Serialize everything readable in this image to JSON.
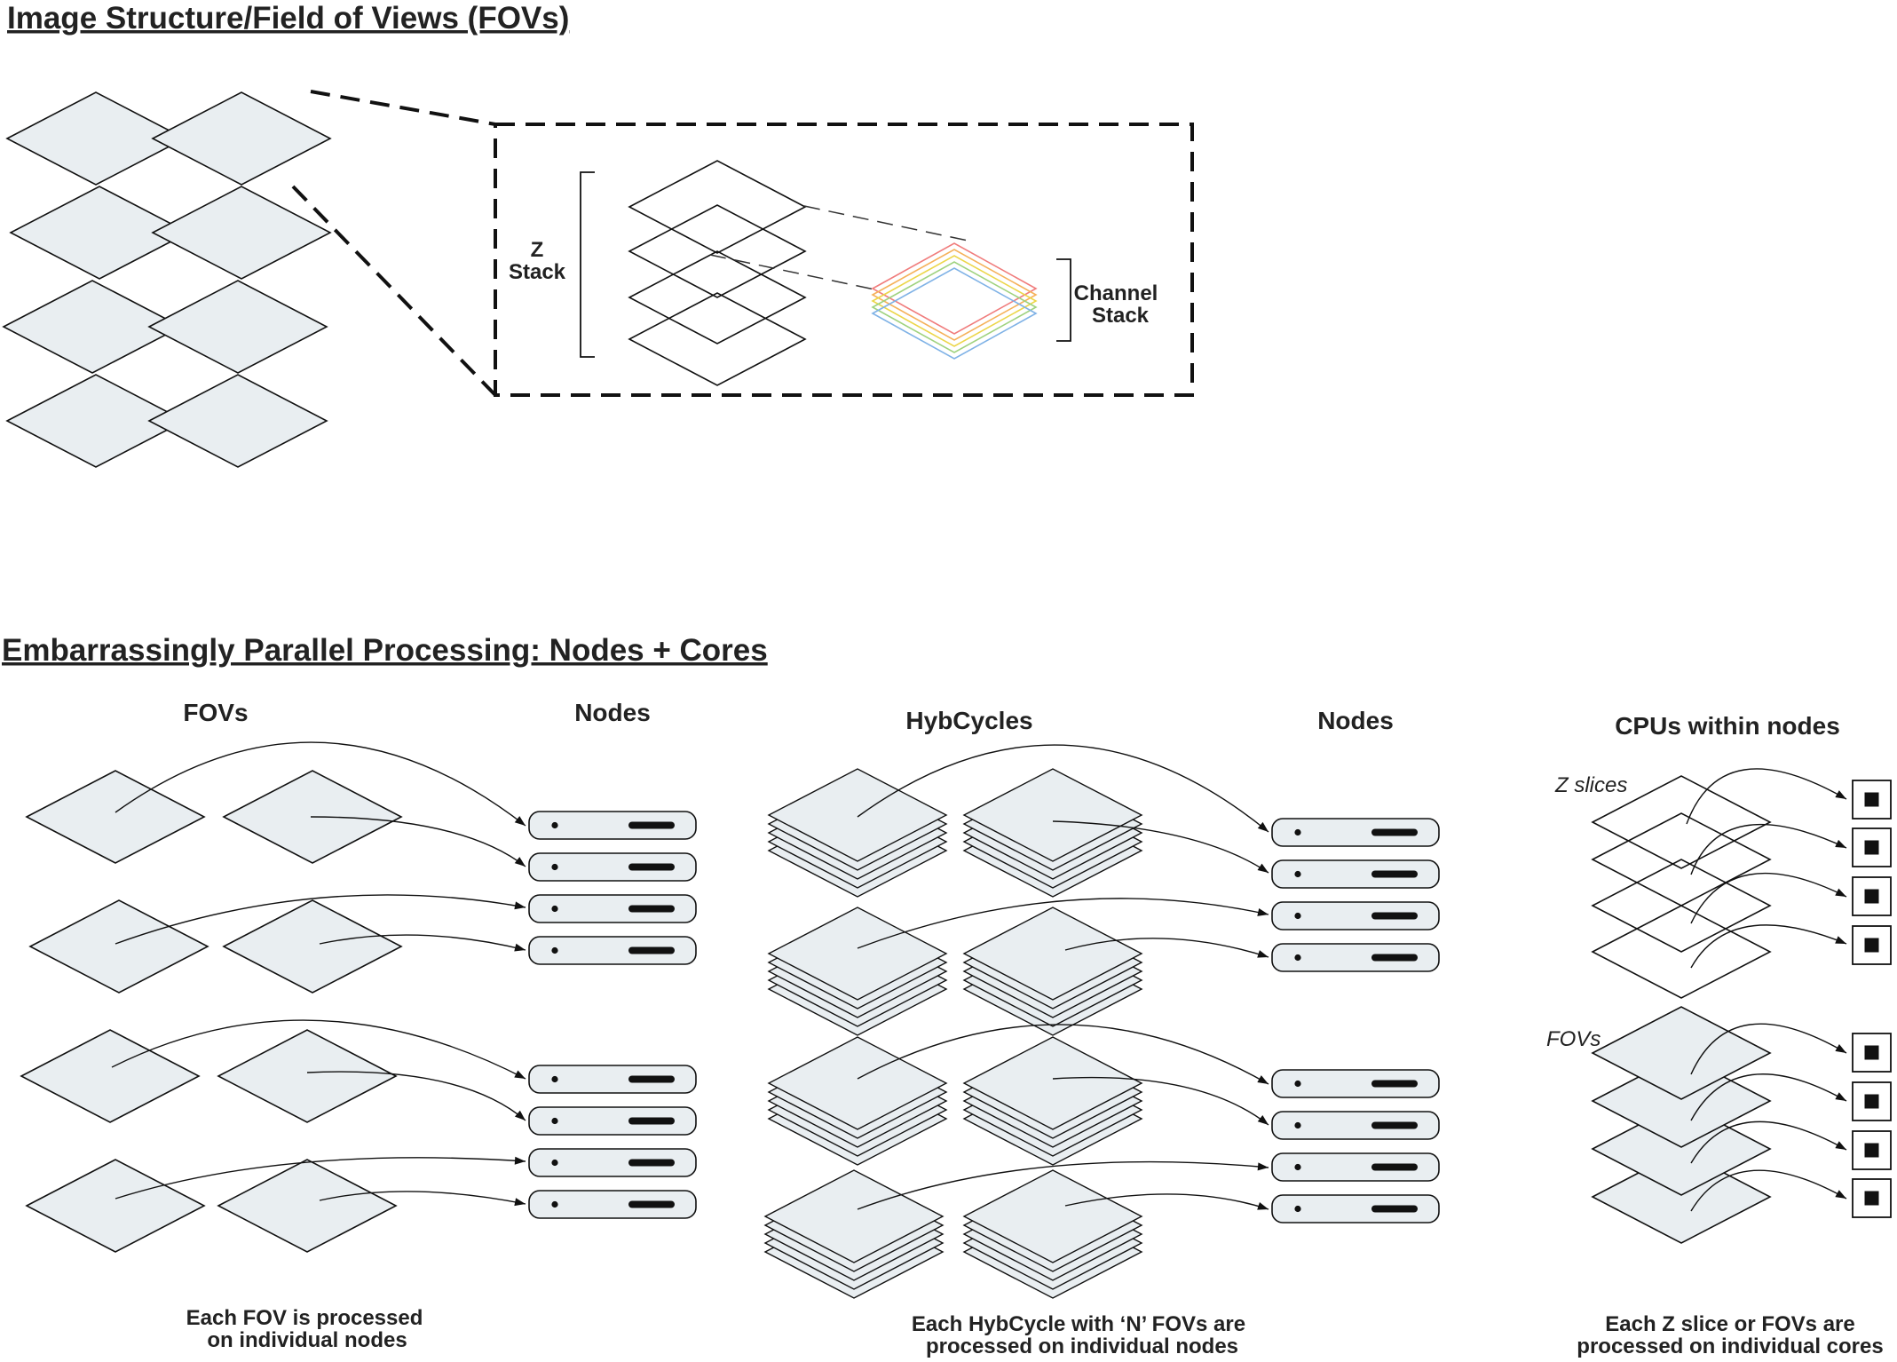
{
  "titles": {
    "image_structure": "Image Structure/Field of Views (FOVs)",
    "parallel": "Embarrassingly Parallel Processing: Nodes + Cores"
  },
  "zoom_labels": {
    "z_stack_line1": "Z",
    "z_stack_line2": "Stack",
    "channel_stack_line1": "Channel",
    "channel_stack_line2": "Stack"
  },
  "columns": {
    "fovs": "FOVs",
    "nodes_1": "Nodes",
    "hybcycles": "HybCycles",
    "nodes_2": "Nodes",
    "cpus": "CPUs within nodes"
  },
  "cpu_labels": {
    "z_slices": "Z slices",
    "fovs": "FOVs"
  },
  "captions": {
    "fov_line1": "Each FOV is processed",
    "fov_line2": "on individual nodes",
    "hyb_line1": "Each HybCycle with ‘N’ FOVs are",
    "hyb_line2": "processed on individual nodes",
    "cpu_line1": "Each Z slice or FOVs are",
    "cpu_line2": "processed on individual cores"
  },
  "colors": {
    "tile_fill": "#e9eef1",
    "stroke": "#111111",
    "channel_red": "#f07c7c",
    "channel_orange": "#f5b15a",
    "channel_yellow": "#ecd64a",
    "channel_green": "#9fd27f",
    "channel_blue": "#7fb2e6"
  }
}
